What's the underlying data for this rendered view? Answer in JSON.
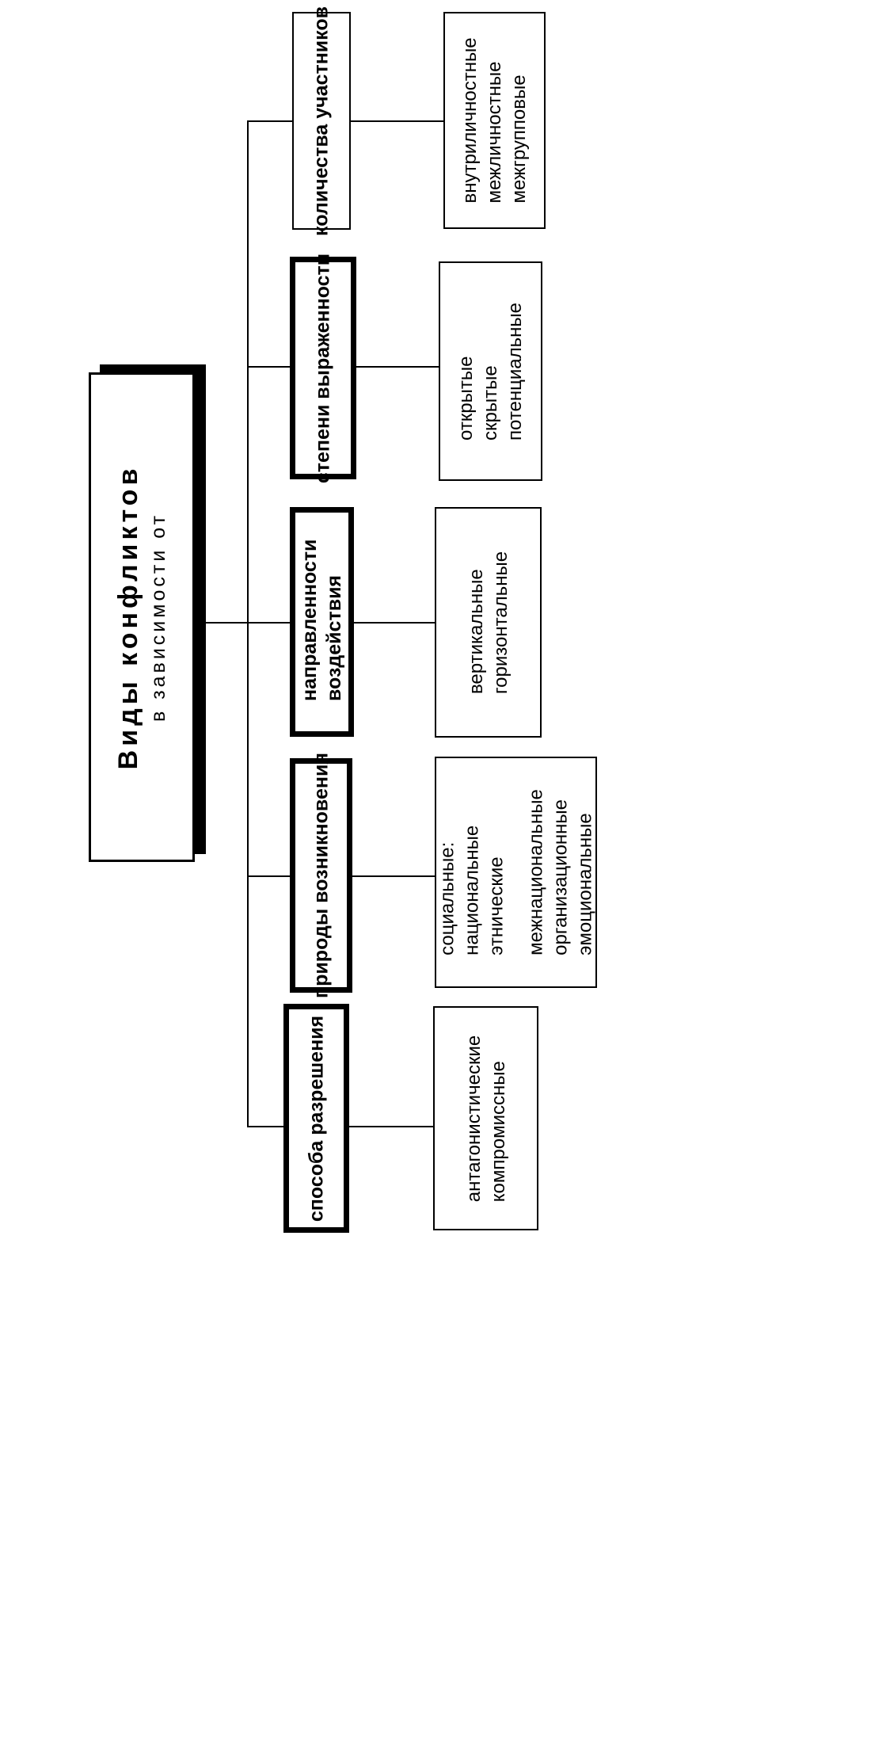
{
  "root": {
    "title": "Виды конфликтов",
    "subtitle": "в зависимости от"
  },
  "categories": [
    {
      "label": "способа разрешения",
      "items": [
        "антагонистические",
        "компромиссные"
      ]
    },
    {
      "label": "природы возникновения",
      "items": [
        "социальные:",
        "национальные",
        "этнические",
        "",
        "межнациональные",
        "организационные",
        "эмоциональные"
      ]
    },
    {
      "label": "направленности воздействия",
      "items": [
        "вертикальные",
        "горизонтальные"
      ]
    },
    {
      "label": "степени выраженности",
      "items": [
        "открытые",
        "скрытые",
        "потенциальные"
      ]
    },
    {
      "label": "количества участников",
      "items": [
        "внутриличностные",
        "межличностные",
        "межгрупповые"
      ]
    }
  ]
}
